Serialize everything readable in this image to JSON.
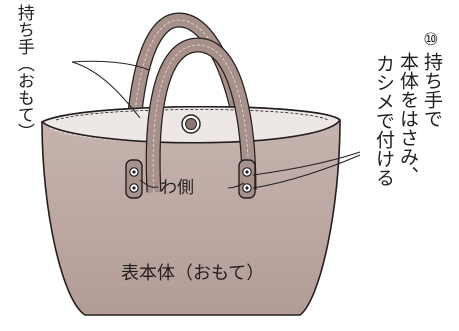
{
  "diagram": {
    "handle_label": "持ち手（おもて）",
    "side_label": "わ側",
    "body_label": "表本体（おもて）",
    "step_number": "⑩",
    "instruction_line1": "持ち手で",
    "instruction_line2": "本体をはさみ、",
    "instruction_line3": "カシメで付ける",
    "colors": {
      "bag_fill": "#bda8a3",
      "bag_inner": "#ede7e5",
      "handle_fill": "#a8908b",
      "outline": "#231f20"
    }
  }
}
